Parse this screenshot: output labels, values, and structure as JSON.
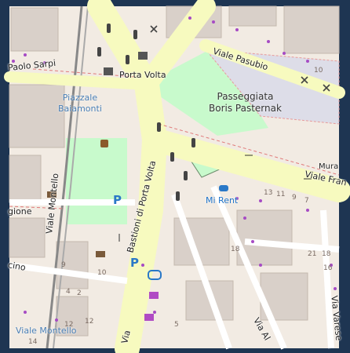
{
  "map": {
    "streets": {
      "paolo_sarpi": "Paolo Sarpi",
      "viale_pasubio": "Viale Pasubio",
      "porta_volta": "Porta Volta",
      "bastioni": "Bastioni di Porta Volta",
      "viale_montello_vertical": "Viale Montello",
      "viale_montello_bottom": "Viale Montello",
      "viale_fran": "Viale Fran",
      "viale_mura": "Mura",
      "gione": "gione",
      "cino": "cino",
      "via_al": "Via Al",
      "via_varese": "Via Varese",
      "via_bastioni_short": "Via"
    },
    "places": {
      "piazzale_line1": "Piazzale",
      "piazzale_line2": "Baiamonti"
    },
    "parks": {
      "passeggiata_line1": "Passeggiata",
      "passeggiata_line2": "Boris Pasternak"
    },
    "shops": {
      "mi_rent": "Mi Rent"
    },
    "house_numbers": [
      "10",
      "13",
      "11",
      "9",
      "7",
      "18",
      "21",
      "18",
      "16",
      "10",
      "4",
      "2",
      "12",
      "12",
      "5",
      "14",
      "9"
    ],
    "icons": {
      "parking": "P",
      "colors": {
        "road_main": "#f7fabf",
        "park": "#c8facc",
        "pedestrian": "#dddde8",
        "building": "#d9d0c9",
        "rail": "#999999"
      }
    }
  }
}
